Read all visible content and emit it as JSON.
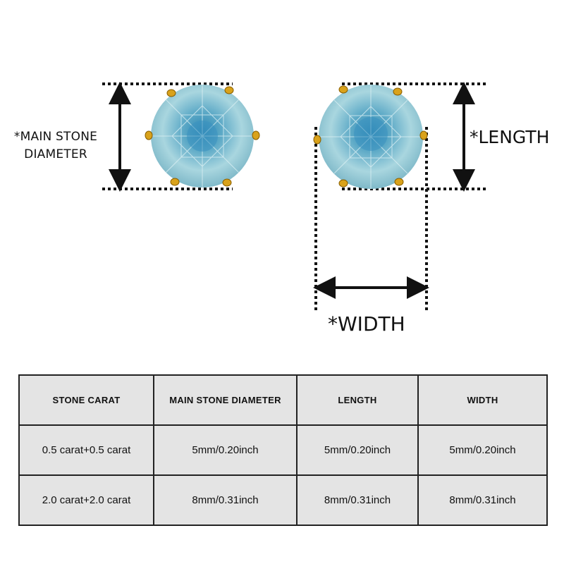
{
  "labels": {
    "main_stone_diameter": "*MAIN STONE DIAMETER",
    "length": "*LENGTH",
    "width": "*WIDTH"
  },
  "colors": {
    "stone_light": "#b8dde3",
    "stone_mid": "#6fb2c9",
    "stone_dark": "#1f6f9a",
    "prong_gold": "#d9a21b",
    "table_bg": "#e4e4e4"
  },
  "table": {
    "headers": [
      "STONE CARAT",
      "MAIN STONE DIAMETER",
      "LENGTH",
      "WIDTH"
    ],
    "rows": [
      [
        "0.5 carat+0.5 carat",
        "5mm/0.20inch",
        "5mm/0.20inch",
        "5mm/0.20inch"
      ],
      [
        "2.0 carat+2.0 carat",
        "8mm/0.31inch",
        "8mm/0.31inch",
        "8mm/0.31inch"
      ]
    ]
  }
}
